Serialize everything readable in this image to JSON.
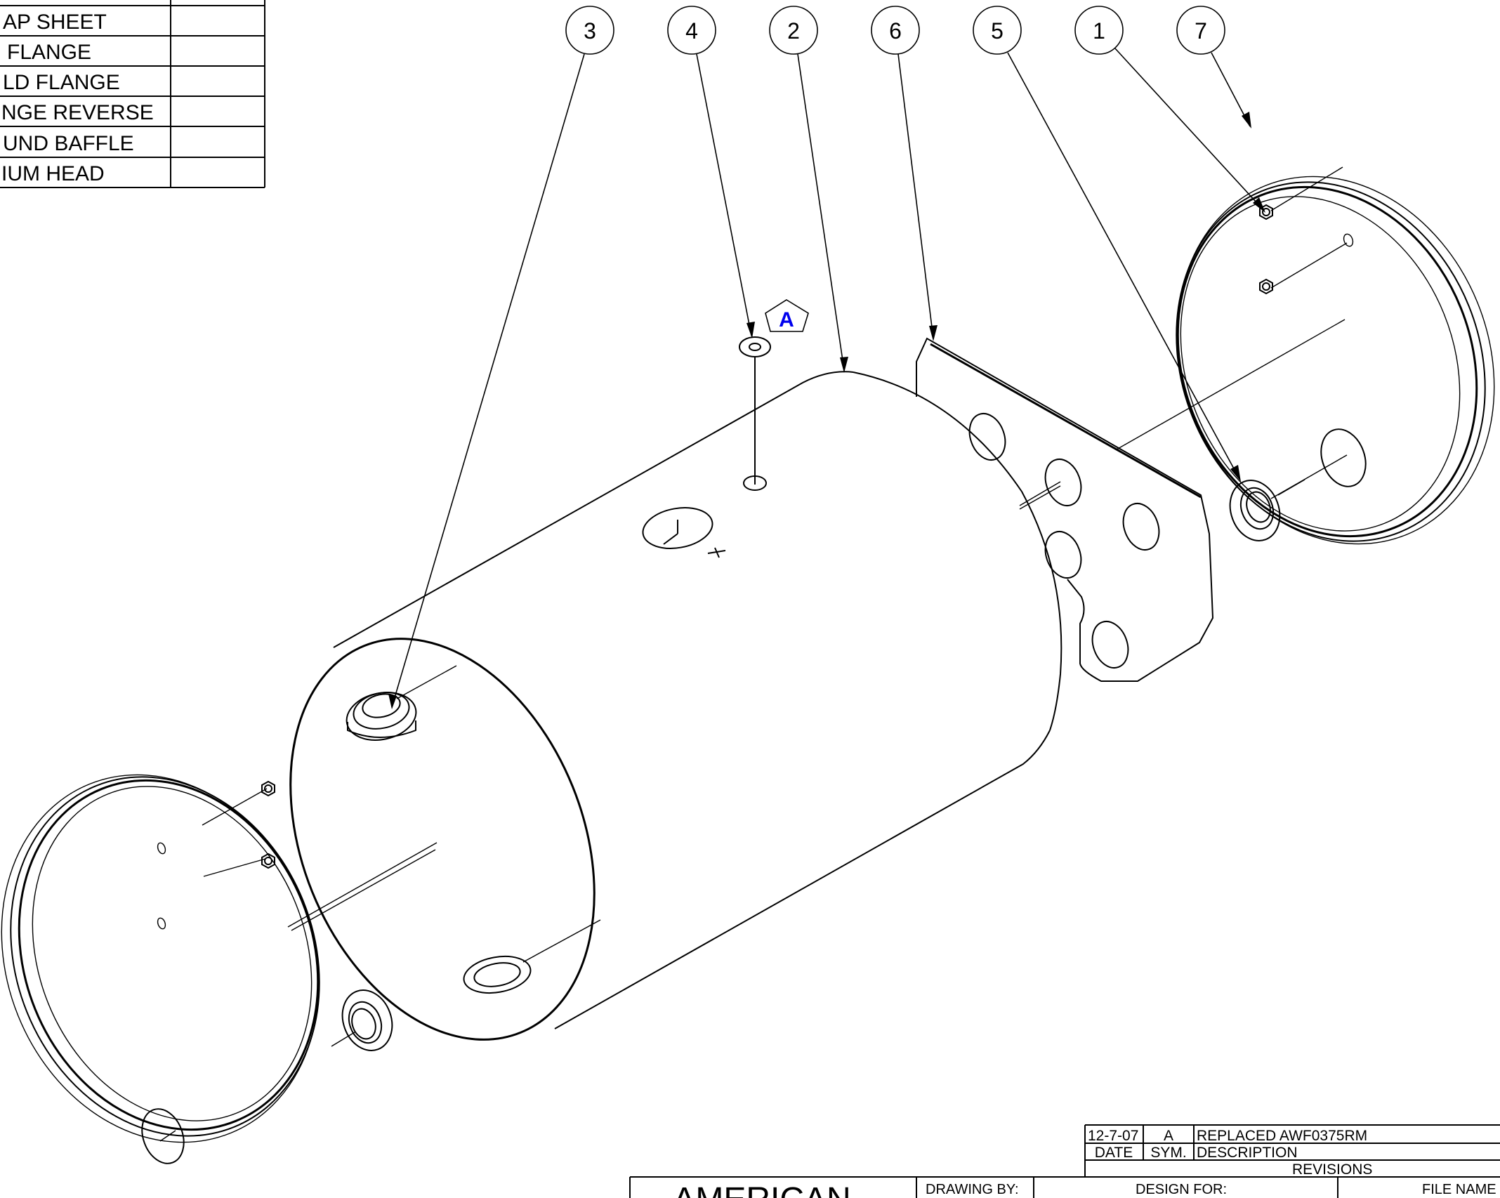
{
  "bom_rows": [
    {
      "description": "AP SHEET",
      "qty": ""
    },
    {
      "description": "FLANGE",
      "qty": ""
    },
    {
      "description": "LD FLANGE",
      "qty": ""
    },
    {
      "description": "NGE REVERSE",
      "qty": ""
    },
    {
      "description": "UND BAFFLE",
      "qty": ""
    },
    {
      "description": "IUM HEAD",
      "qty": ""
    }
  ],
  "balloons": [
    "3",
    "4",
    "2",
    "6",
    "5",
    "1",
    "7"
  ],
  "revision_marker": "A",
  "revisions": {
    "row": {
      "date": "12-7-07",
      "sym": "A",
      "description": "REPLACED AWF0375RM"
    },
    "headers": {
      "date": "DATE",
      "sym": "SYM.",
      "description": "DESCRIPTION"
    },
    "title": "REVISIONS"
  },
  "title_block": {
    "company": "AMERICAN",
    "drawing_by_label": "DRAWING BY:",
    "design_for_label": "DESIGN FOR:",
    "file_name_label": "FILE NAME"
  }
}
